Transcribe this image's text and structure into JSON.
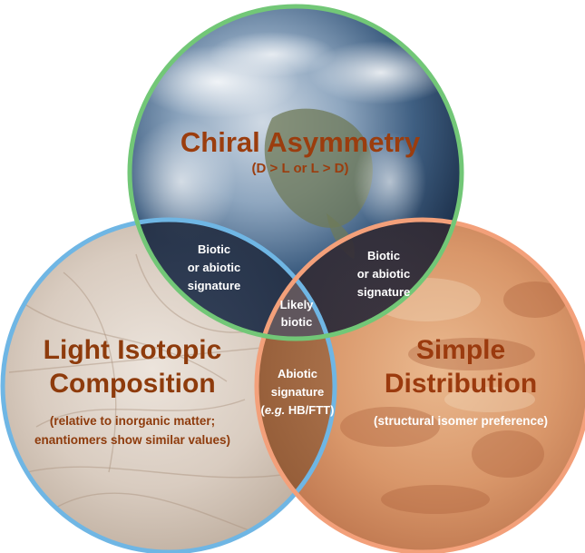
{
  "colors": {
    "earth_ring": "#72c777",
    "europa_ring": "#6fb6e4",
    "mars_ring": "#f3a07a",
    "top_title": "#9b3d0e",
    "europa_text": "#8e3b0c",
    "mars_text": "#9b3a0e",
    "mars_sub_text": "#ffffff",
    "intersection_text": "#ffffff"
  },
  "circles": {
    "top": {
      "image": "earth-globe",
      "title": "Chiral Asymmetry",
      "subtitle": "(D > L or L > D)"
    },
    "left": {
      "image": "europa-ice-surface",
      "title_line1": "Light Isotopic",
      "title_line2": "Composition",
      "subtitle_line1": "(relative to inorganic matter;",
      "subtitle_line2": "enantiomers show similar values)"
    },
    "right": {
      "image": "mars-surface",
      "title_line1": "Simple",
      "title_line2": "Distribution",
      "subtitle": "(structural  isomer preference)"
    }
  },
  "intersections": {
    "top_left": {
      "line1": "Biotic",
      "line2": "or abiotic",
      "line3": "signature"
    },
    "top_right": {
      "line1": "Biotic",
      "line2": "or abiotic",
      "line3": "signature"
    },
    "center": {
      "line1": "Likely",
      "line2": "biotic"
    },
    "left_right": {
      "line1": "Abiotic",
      "line2": "signature",
      "line3_prefix": "e.g.",
      "line3_suffix": " HB/FTT"
    }
  }
}
